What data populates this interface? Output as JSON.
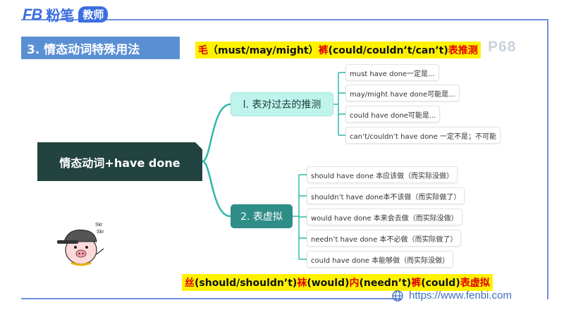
{
  "logo": {
    "mark": "FB",
    "name": "粉笔",
    "badge": "教师"
  },
  "section_title": "3. 情态动词特殊用法",
  "mnemonic_top": {
    "p1": "毛",
    "p2": "（must/may/might）",
    "p3": "裤",
    "p4": "(could/couldn’t/can’t)",
    "p5": "表推测"
  },
  "page_number": "P68",
  "root_label": "情态动词+have done",
  "branch1": {
    "label": "l. 表对过去的推测",
    "items": [
      "must have done一定是...",
      "may/might have done可能是...",
      "could have done可能是...",
      "can’t/couldn’t have done 一定不是；不可能"
    ]
  },
  "branch2": {
    "label": "2. 表虚拟",
    "items": [
      "should have done 本应该做（而实际没做）",
      "shouldn’t have done本不该做（而实际做了）",
      "would have done 本来会去做（而实际没做）",
      "needn’t have done 本不必做（而实际做了）",
      "could have done 本能够做（而实际没做）"
    ]
  },
  "mnemonic_bottom": {
    "p1": "丝",
    "p2": "(should/shouldn’t)",
    "p3": "袜",
    "p4": "(would)",
    "p5": "内",
    "p6": "(needn’t)",
    "p7": "裤",
    "p8": "(could)",
    "p9": "表虚拟"
  },
  "mascot_text": {
    "line1": "Skr",
    "line2": "Skr"
  },
  "footer_url": "https://www.fenbi.com",
  "colors": {
    "accent": "#3b6fe0",
    "title_bar": "#5b8fd4",
    "root": "#22433f",
    "branch_teal": "#2f8d88",
    "connector": "#2fb8a8",
    "highlight": "#fff200",
    "highlight_text": "#e10000"
  }
}
